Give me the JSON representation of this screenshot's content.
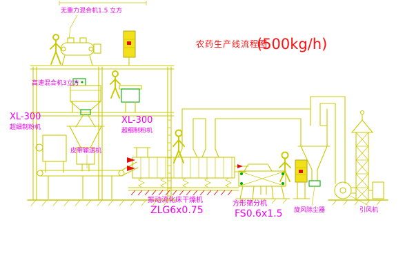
{
  "title": {
    "text": "农药生产线流程图",
    "capacity": "(500kg/h)"
  },
  "labels": {
    "gravity_mixer": "无重力混合机1.5 立方",
    "high_speed_mixer": "高速混合机3立方",
    "mill_left": {
      "model": "XL-300",
      "name": "超细制粉机"
    },
    "mill_right": {
      "model": "XL-300",
      "name": "超细制粉机"
    },
    "belt_conveyor": "皮带输送机",
    "dryer": {
      "name": "振动流化床干燥机",
      "model": "ZLG6x0.75"
    },
    "sieve": {
      "name": "方形筛分机",
      "model": "FS0.6x1.5"
    },
    "cyclone": "旋风除尘器",
    "fan": "引风机"
  },
  "colors": {
    "line_yellow": "#c9c900",
    "accent_green": "#00a800",
    "label_magenta": "#ee00ee",
    "title_red": "#ff1010",
    "background": "#ffffff"
  }
}
